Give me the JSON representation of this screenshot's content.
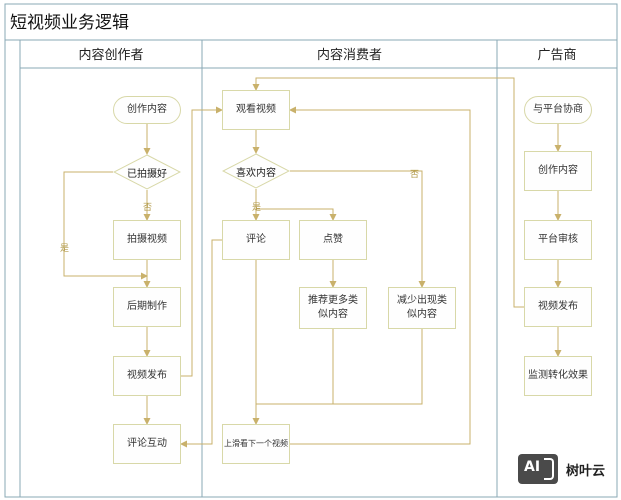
{
  "title": "短视频业务逻辑",
  "lanes": {
    "creator": "内容创作者",
    "consumer": "内容消费者",
    "advertiser": "广告商"
  },
  "nodes": {
    "create_content": "创作内容",
    "already_shot": "已拍摄好",
    "shoot_video": "拍摄视频",
    "post_production": "后期制作",
    "publish_video": "视频发布",
    "comment_interact": "评论互动",
    "watch_video": "观看视频",
    "like_content": "喜欢内容",
    "comment": "评论",
    "like": "点赞",
    "recommend_more": "推荐更多类似内容",
    "reduce_similar": "减少出现类似内容",
    "swipe_next": "上滑看下一个视频",
    "negotiate_platform": "与平台协商",
    "ad_create_content": "创作内容",
    "platform_review": "平台审核",
    "ad_publish_video": "视频发布",
    "monitor_conversion": "监测转化效果"
  },
  "edge_labels": {
    "no_shot": "否",
    "yes_shot": "是",
    "yes_like": "是",
    "no_like": "否"
  },
  "watermark": {
    "logo_text": "AI",
    "name": "树叶云"
  },
  "colors": {
    "edge": "#c9b16b",
    "lane_line": "#8aa9b5",
    "node_border": "#d8d8a8"
  }
}
